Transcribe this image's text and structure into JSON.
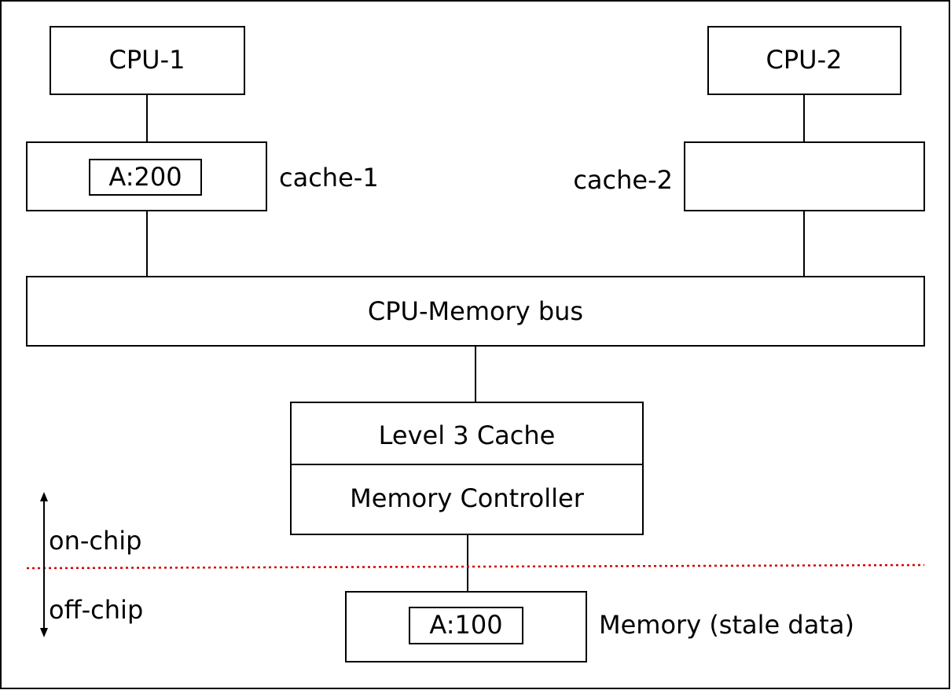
{
  "diagram": {
    "cpu1": {
      "label": "CPU-1"
    },
    "cpu2": {
      "label": "CPU-2"
    },
    "cache1": {
      "label": "cache-1",
      "entry": "A:200"
    },
    "cache2": {
      "label": "cache-2"
    },
    "bus": {
      "label": "CPU-Memory bus"
    },
    "l3": {
      "label": "Level 3 Cache"
    },
    "memctrl": {
      "label": "Memory Controller"
    },
    "memory": {
      "label": "Memory (stale data)",
      "entry": "A:100"
    },
    "zones": {
      "on_chip": "on-chip",
      "off_chip": "off-chip"
    },
    "colors": {
      "stroke": "#000000",
      "boundary": "#d40000",
      "background": "#ffffff"
    }
  }
}
